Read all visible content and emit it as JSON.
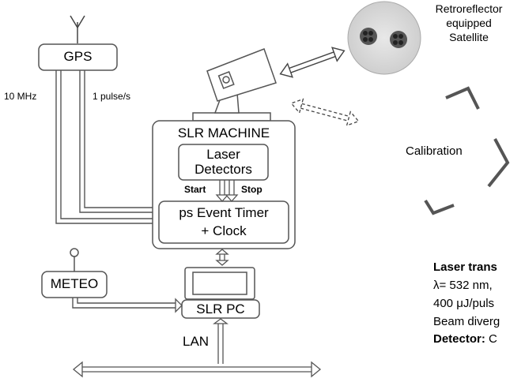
{
  "gps": {
    "label": "GPS",
    "signal_left": "10 MHz",
    "signal_right": "1 pulse/s"
  },
  "slr_machine": {
    "title": "SLR MACHINE",
    "laser_detectors": [
      "Laser",
      "Detectors"
    ],
    "start": "Start",
    "stop": "Stop",
    "event_timer": [
      "ps Event Timer",
      "+ Clock"
    ]
  },
  "meteo": {
    "label": "METEO"
  },
  "slr_pc": {
    "label": "SLR PC"
  },
  "lan": {
    "label": "LAN"
  },
  "satellite": {
    "label": [
      "Retroreflector",
      "equipped",
      "Satellite"
    ]
  },
  "calibration": {
    "label": "Calibration"
  },
  "specs": {
    "laser_heading": "Laser trans",
    "line1": "λ= 532 nm,",
    "line2": "400 μJ/puls",
    "line3": "Beam diverg",
    "detector_heading": "Detector:",
    "detector_value": "C"
  }
}
